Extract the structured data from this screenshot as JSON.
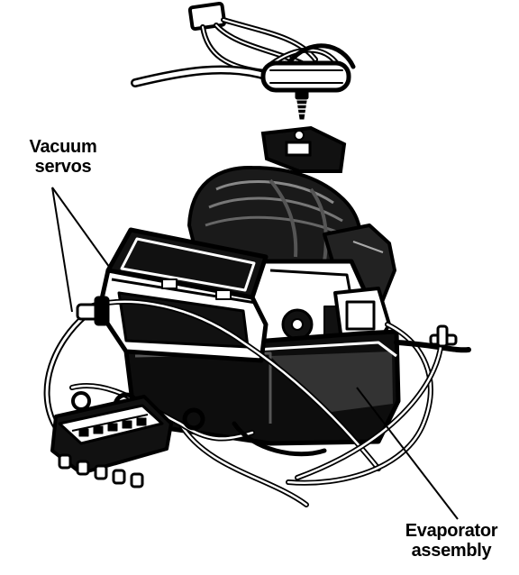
{
  "labels": {
    "vacuum_servos": {
      "line1": "Vacuum",
      "line2": "servos"
    },
    "evaporator_assembly": {
      "line1": "Evaporator",
      "line2": "assembly"
    }
  },
  "colors": {
    "ink": "#000000",
    "paper": "#ffffff"
  }
}
